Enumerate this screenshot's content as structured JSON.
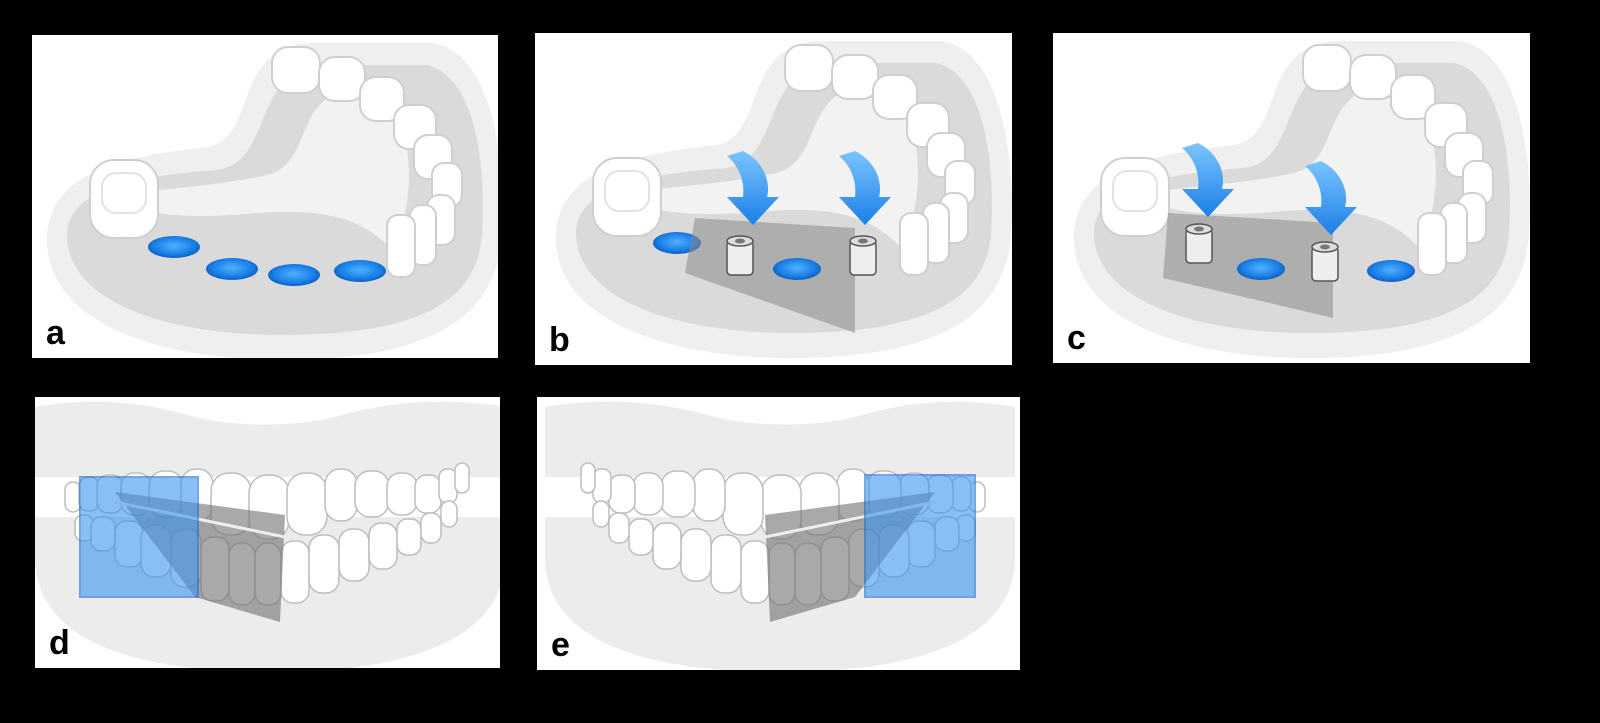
{
  "panels": [
    {
      "label": "a"
    },
    {
      "label": "b"
    },
    {
      "label": "c"
    },
    {
      "label": "d"
    },
    {
      "label": "e"
    }
  ],
  "colors": {
    "implant_blue": "#2a8df0",
    "jaw_gray": "#dcdcdc",
    "gum_light": "#efefef",
    "guide_gray": "#7a7a7a",
    "guide_blue": "#3d95f0"
  },
  "icons": [
    "down-arrow-icon"
  ]
}
